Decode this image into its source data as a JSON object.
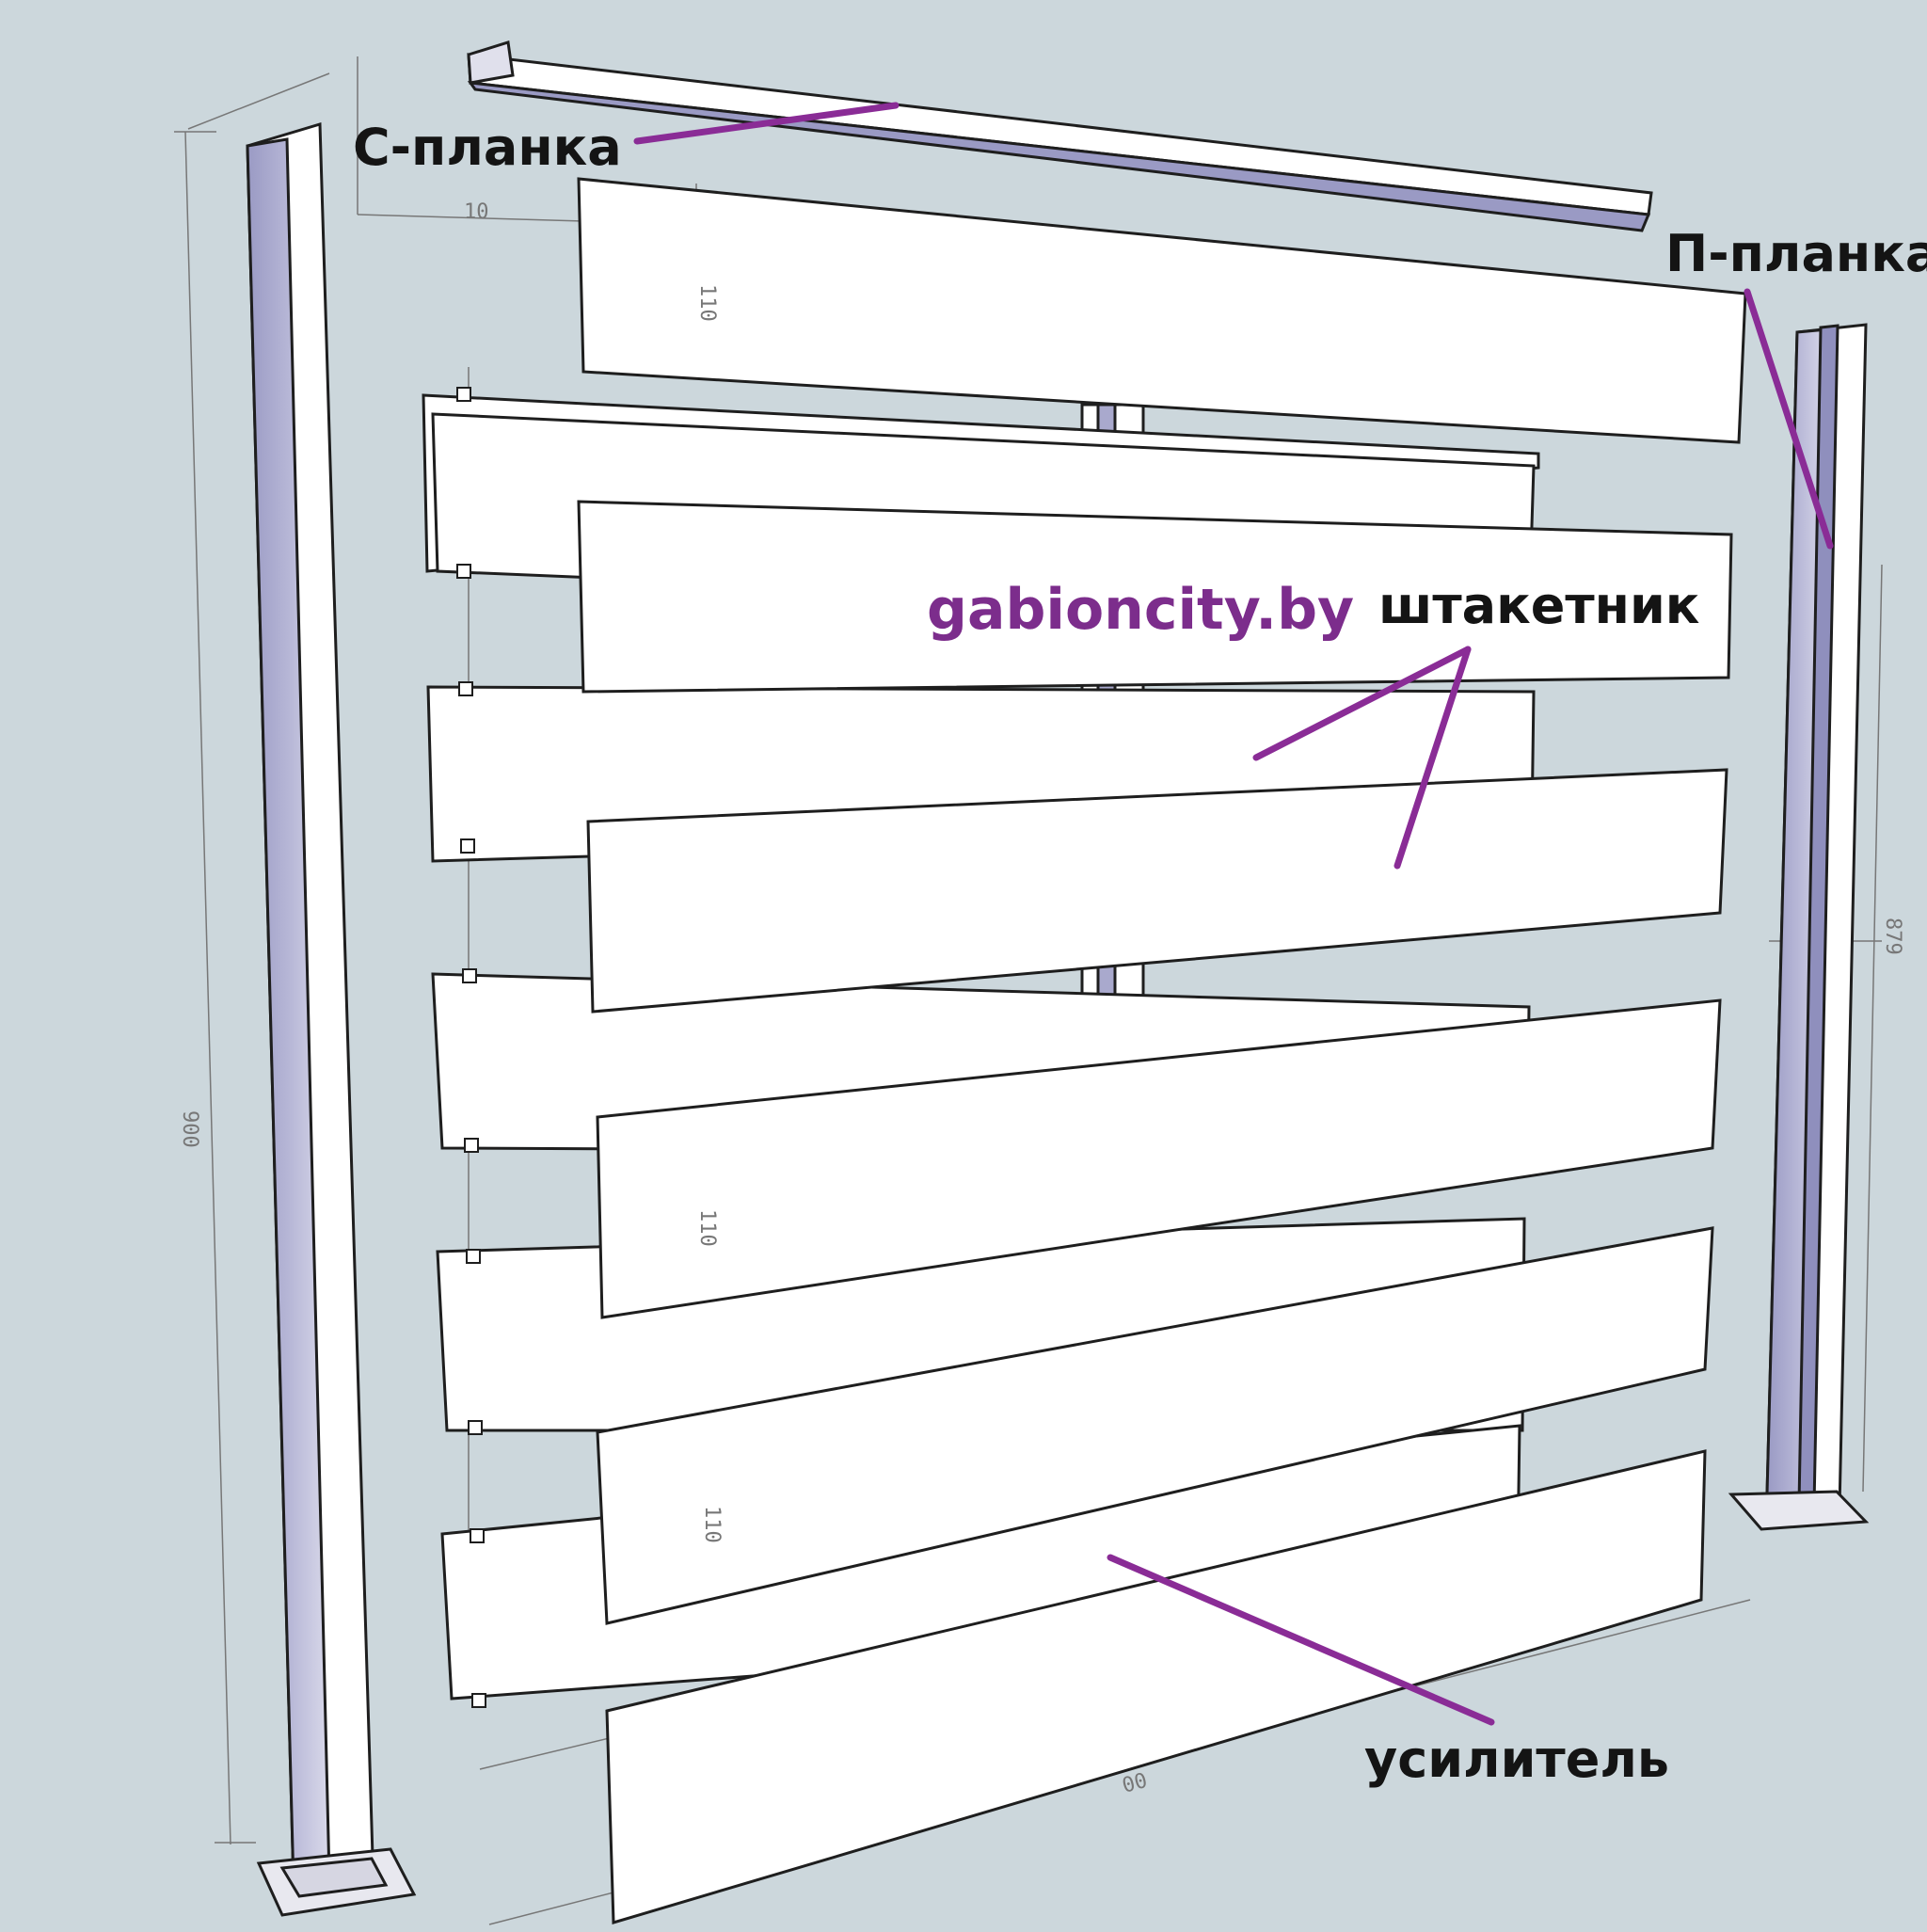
{
  "labels": {
    "c_plank": "С-планка",
    "p_plank": "П-планка",
    "brand": "gabioncity.by",
    "picket": "штакетник",
    "reinforcer": "усилитель"
  },
  "dimensions": {
    "top_width": "10",
    "slat_height_a": "110",
    "slat_height_b": "110",
    "slat_height_c": "110",
    "post_height_left": "900",
    "post_height_right": "879",
    "span_width": "00"
  },
  "colors": {
    "background": "#ccd7dc",
    "slat_fill": "#ffffff",
    "outline": "#1e1e1e",
    "post_shade": "#a9a9cd",
    "leader": "#8a2c96",
    "brand": "#7c2d8c",
    "dimension_line": "#777777"
  }
}
